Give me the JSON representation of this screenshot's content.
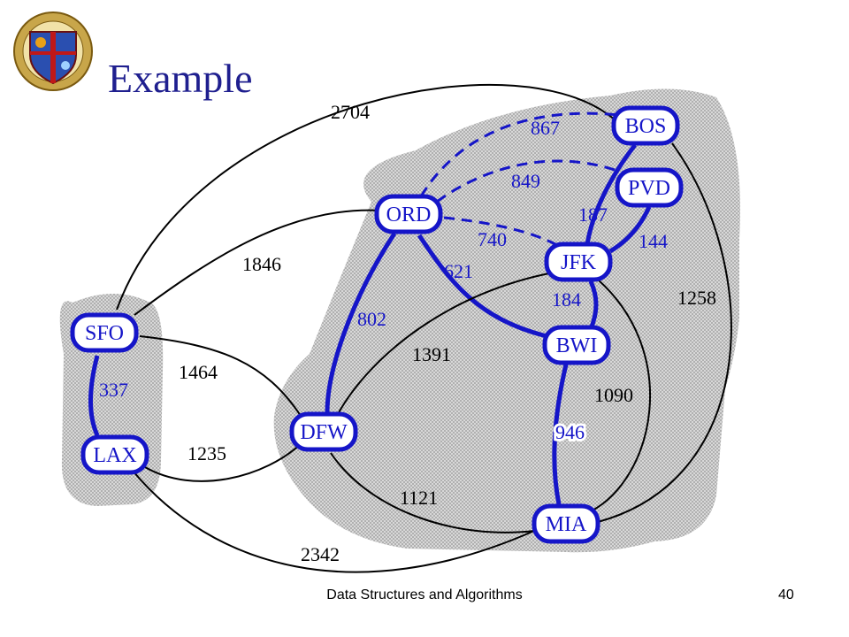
{
  "slide": {
    "title": "Example",
    "footer": "Data Structures and Algorithms",
    "page_number": "40",
    "logo_icon": "university-crest-icon"
  },
  "colors": {
    "accent_blue": "#1515c8",
    "shading": "#c9c9c9",
    "edge_black": "#000000"
  },
  "graph": {
    "nodes": [
      {
        "id": "SFO",
        "label": "SFO"
      },
      {
        "id": "LAX",
        "label": "LAX"
      },
      {
        "id": "ORD",
        "label": "ORD"
      },
      {
        "id": "DFW",
        "label": "DFW"
      },
      {
        "id": "BOS",
        "label": "BOS"
      },
      {
        "id": "PVD",
        "label": "PVD"
      },
      {
        "id": "JFK",
        "label": "JFK"
      },
      {
        "id": "BWI",
        "label": "BWI"
      },
      {
        "id": "MIA",
        "label": "MIA"
      }
    ],
    "edges": [
      {
        "from": "SFO",
        "to": "BOS",
        "weight": "2704",
        "style": "normal"
      },
      {
        "from": "SFO",
        "to": "ORD",
        "weight": "1846",
        "style": "normal"
      },
      {
        "from": "SFO",
        "to": "DFW",
        "weight": "1464",
        "style": "normal"
      },
      {
        "from": "SFO",
        "to": "LAX",
        "weight": "337",
        "style": "tree"
      },
      {
        "from": "LAX",
        "to": "DFW",
        "weight": "1235",
        "style": "normal"
      },
      {
        "from": "LAX",
        "to": "MIA",
        "weight": "2342",
        "style": "normal"
      },
      {
        "from": "ORD",
        "to": "BOS",
        "weight": "867",
        "style": "dashed"
      },
      {
        "from": "ORD",
        "to": "PVD",
        "weight": "849",
        "style": "dashed"
      },
      {
        "from": "ORD",
        "to": "JFK",
        "weight": "740",
        "style": "dashed"
      },
      {
        "from": "ORD",
        "to": "BWI",
        "weight": "621",
        "style": "tree"
      },
      {
        "from": "ORD",
        "to": "DFW",
        "weight": "802",
        "style": "tree"
      },
      {
        "from": "BOS",
        "to": "JFK",
        "weight": "187",
        "style": "tree"
      },
      {
        "from": "PVD",
        "to": "JFK",
        "weight": "144",
        "style": "tree"
      },
      {
        "from": "BOS",
        "to": "MIA",
        "weight": "1258",
        "style": "normal"
      },
      {
        "from": "JFK",
        "to": "BWI",
        "weight": "184",
        "style": "tree"
      },
      {
        "from": "JFK",
        "to": "DFW",
        "weight": "1391",
        "style": "normal"
      },
      {
        "from": "JFK",
        "to": "MIA",
        "weight": "1090",
        "style": "normal"
      },
      {
        "from": "BWI",
        "to": "MIA",
        "weight": "946",
        "style": "tree"
      },
      {
        "from": "DFW",
        "to": "MIA",
        "weight": "1121",
        "style": "normal"
      }
    ]
  }
}
